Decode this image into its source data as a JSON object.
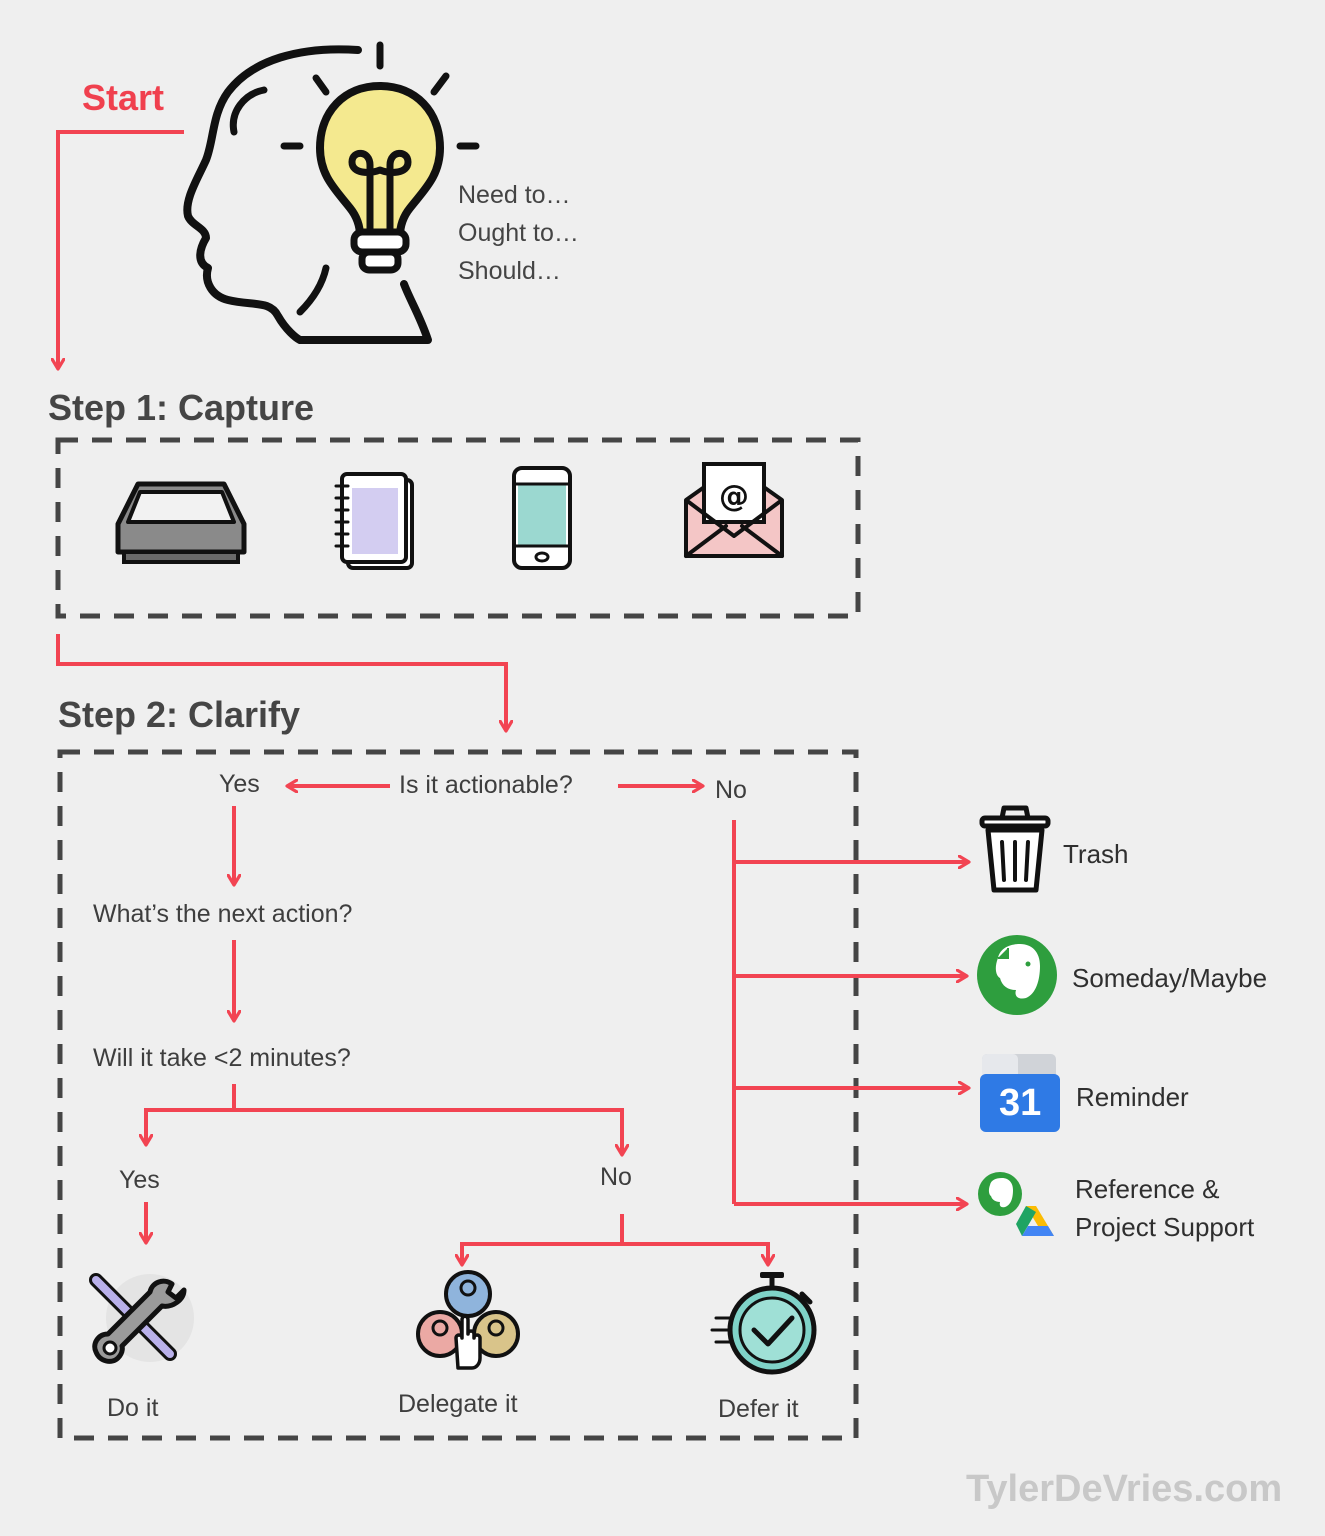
{
  "start": {
    "label": "Start"
  },
  "thoughts": [
    "Need to…",
    "Ought to…",
    "Should…"
  ],
  "step1": {
    "title": "Step 1: Capture",
    "icons": [
      "inbox-tray-icon",
      "notebook-icon",
      "smartphone-icon",
      "email-envelope-icon"
    ]
  },
  "step2": {
    "title": "Step 2: Clarify",
    "question_actionable": "Is it actionable?",
    "yes": "Yes",
    "no": "No",
    "next_action": "What’s the next action?",
    "two_minutes": "Will it take <2 minutes?",
    "yes2": "Yes",
    "no2": "No",
    "do_it": "Do it",
    "delegate_it": "Delegate it",
    "defer_it": "Defer it"
  },
  "outcomes": {
    "trash": "Trash",
    "someday": "Someday/Maybe",
    "calendar_number": "31",
    "reminder": "Reminder",
    "reference_line1": "Reference &",
    "reference_line2": "Project Support"
  },
  "watermark": "TylerDeVries.com",
  "colors": {
    "arrow": "#f24452",
    "dashed_box": "#454545",
    "background": "#efefef",
    "evernote_green": "#2e9e3e",
    "calendar_blue": "#2f7ae5"
  }
}
